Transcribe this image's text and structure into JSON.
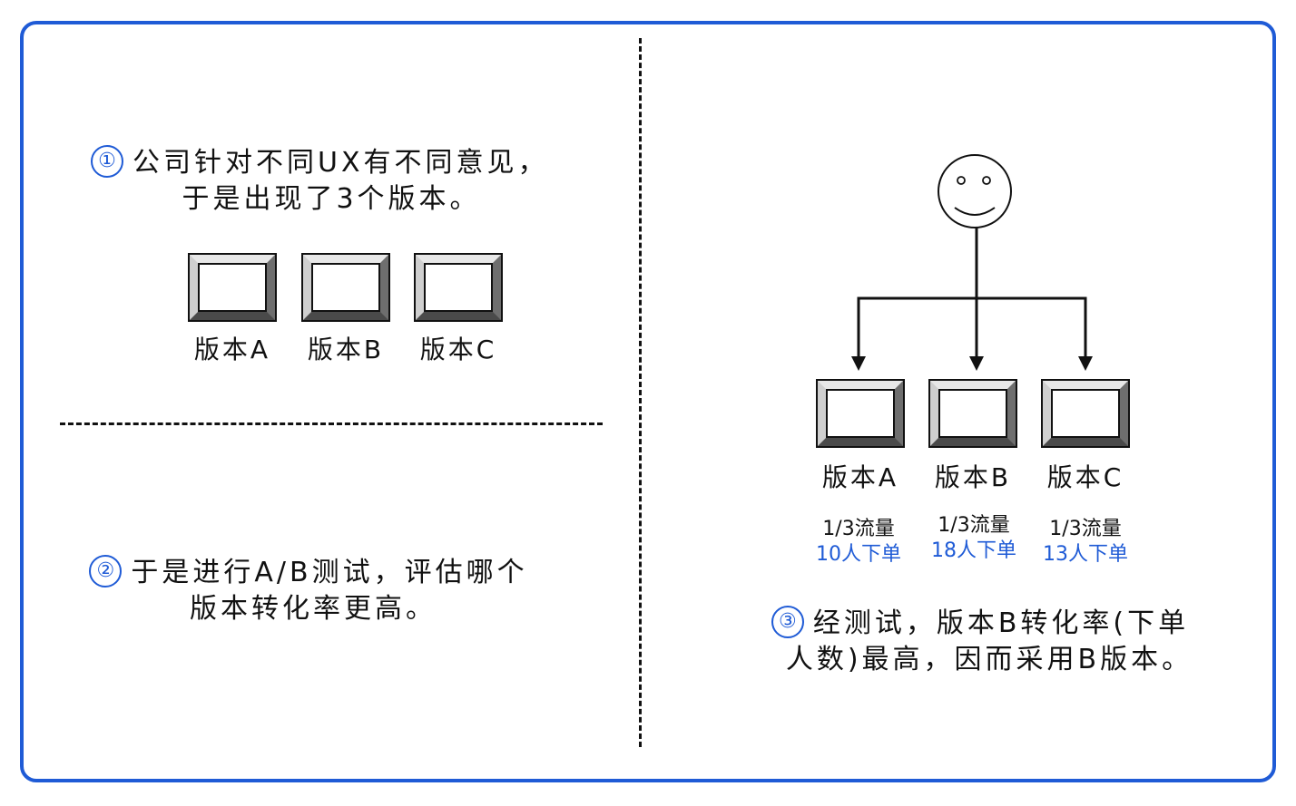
{
  "step1": {
    "number": "①",
    "line1": "公司针对不同UX有不同意见，",
    "line2": "于是出现了3个版本。",
    "versions": [
      "版本A",
      "版本B",
      "版本C"
    ]
  },
  "step2": {
    "number": "②",
    "line1": "于是进行A/B测试，评估哪个",
    "line2": "版本转化率更高。"
  },
  "step3": {
    "number": "③",
    "line1": "经测试，版本B转化率(下单",
    "line2": "人数)最高，因而采用B版本。",
    "versions": [
      {
        "label": "版本A",
        "traffic": "1/3流量",
        "orders": "10人下单"
      },
      {
        "label": "版本B",
        "traffic": "1/3流量",
        "orders": "18人下单"
      },
      {
        "label": "版本C",
        "traffic": "1/3流量",
        "orders": "13人下单"
      }
    ]
  },
  "colors": {
    "accent": "#1f5bd6",
    "ink": "#111111",
    "bevel": "#8a8a8a"
  },
  "icons": {
    "user": "smiley-face-icon",
    "branch": "arrow-down-icon"
  }
}
